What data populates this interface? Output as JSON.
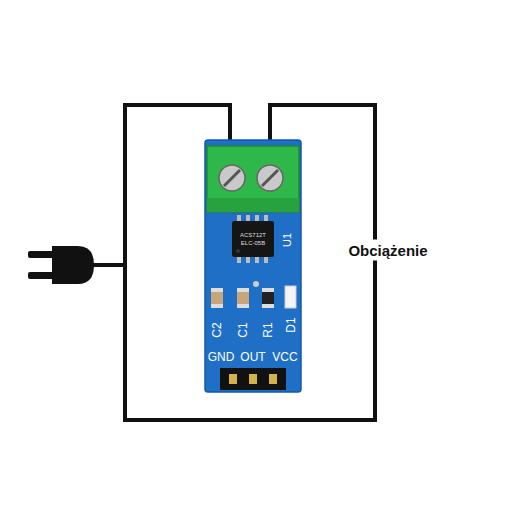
{
  "diagram": {
    "labels": [
      "Obciążenie",
      "U1",
      "ACS712T",
      "ELC-05B",
      "C2",
      "C1",
      "R1",
      "D1",
      "GND",
      "OUT",
      "VCC"
    ]
  }
}
